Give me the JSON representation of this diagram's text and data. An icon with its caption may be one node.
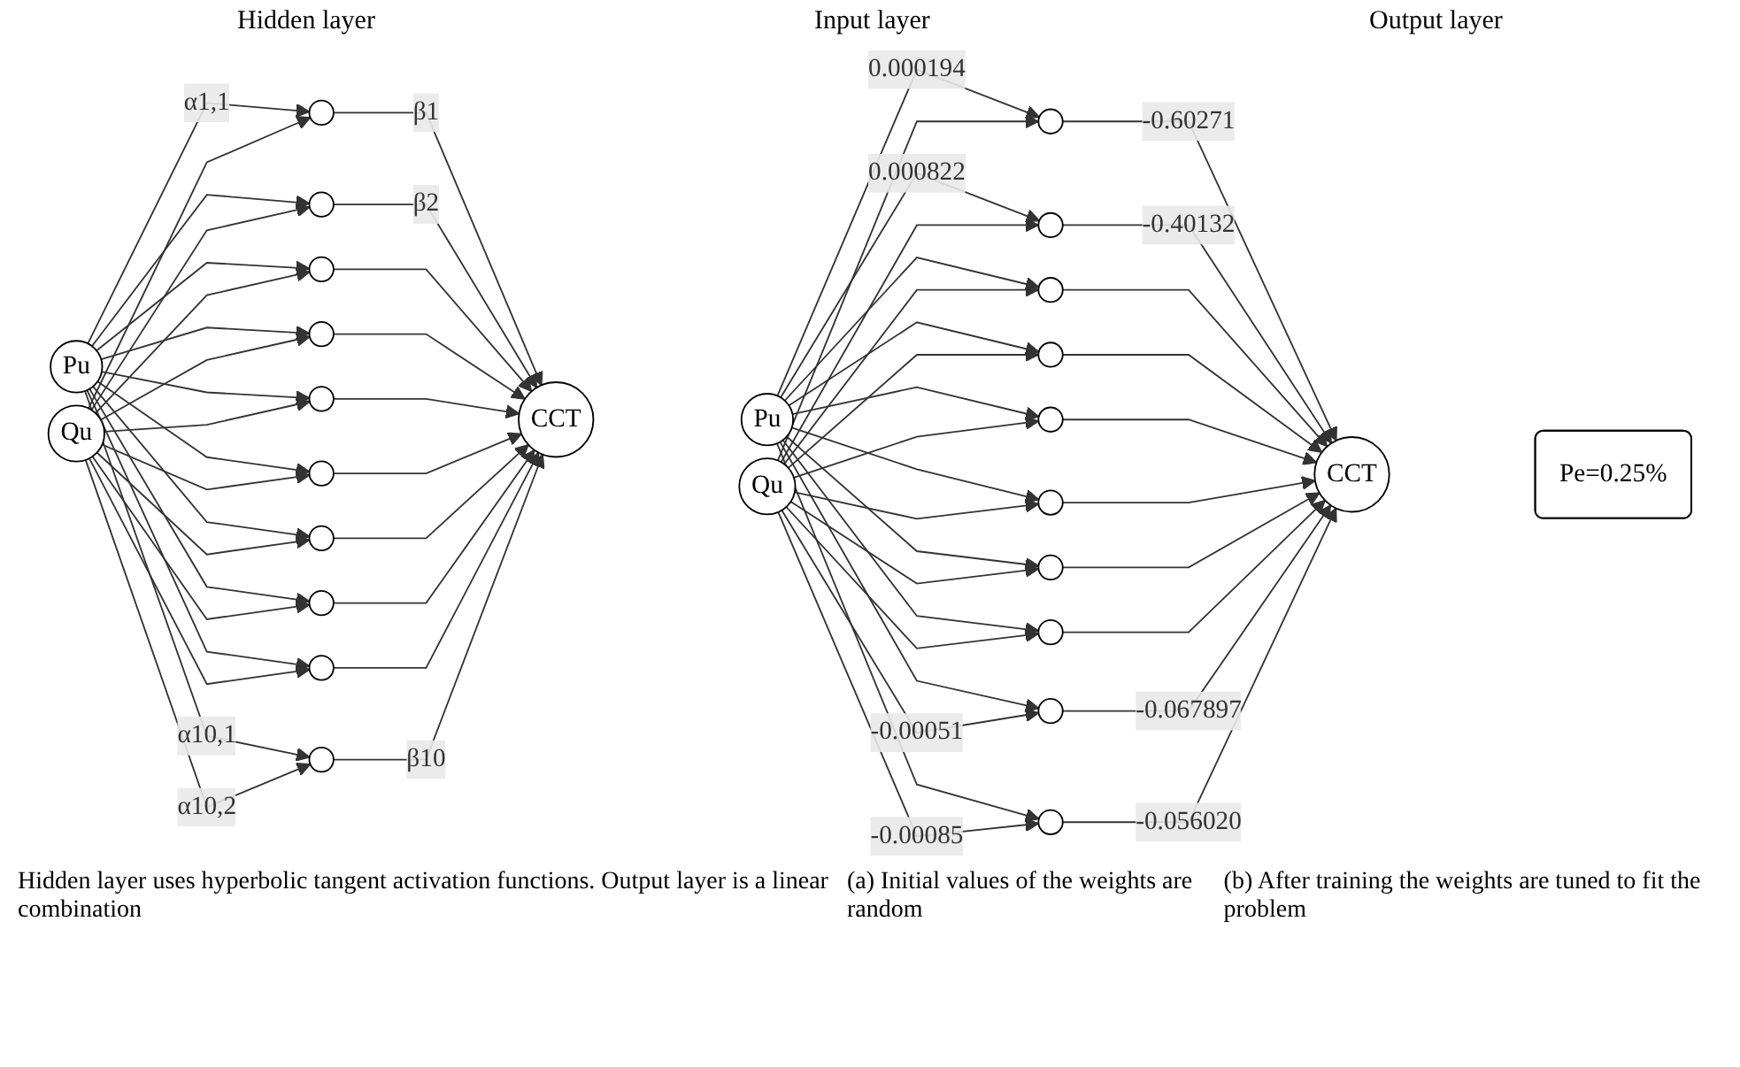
{
  "diagram": {
    "nodes": [
      {
        "text": [
          "Pu"
        ]
      },
      {
        "text": [],
        "shape": "circle"
      },
      {
        "text": [],
        "shape": "circle"
      },
      {
        "text": [],
        "shape": "circle"
      },
      {
        "text": [],
        "shape": "circle"
      },
      {
        "text": [],
        "shape": "circle"
      },
      {
        "text": [],
        "shape": "circle"
      },
      {
        "text": [],
        "shape": "circle"
      },
      {
        "text": [],
        "shape": "circle"
      },
      {
        "text": [],
        "shape": "circle"
      },
      {
        "text": [],
        "shape": "circle"
      },
      {
        "text": [
          "Qu"
        ]
      },
      {
        "text": [
          "CCT"
        ]
      },
      {
        "text": [
          "Pu"
        ]
      },
      {
        "text": [],
        "shape": "circle"
      },
      {
        "text": [],
        "shape": "circle"
      },
      {
        "text": [],
        "shape": "circle"
      },
      {
        "text": [],
        "shape": "circle"
      },
      {
        "text": [],
        "shape": "circle"
      },
      {
        "text": [],
        "shape": "circle"
      },
      {
        "text": [],
        "shape": "circle"
      },
      {
        "text": [],
        "shape": "circle"
      },
      {
        "text": [],
        "shape": "circle"
      },
      {
        "text": [],
        "shape": "circle"
      },
      {
        "text": [
          "Qu"
        ]
      },
      {
        "text": [
          "CCT"
        ]
      },
      {
        "text": [
          "Pe=0.25%"
        ]
      }
    ],
    "edges": [
      {
        "from": 0,
        "to": 1,
        "arrow": "to",
        "label": "α1,1"
      },
      {
        "from": 0,
        "to": 2,
        "arrow": "to"
      },
      {
        "from": 0,
        "to": 3,
        "arrow": "to"
      },
      {
        "from": 0,
        "to": 4,
        "arrow": "to"
      },
      {
        "from": 0,
        "to": 5,
        "arrow": "to"
      },
      {
        "from": 0,
        "to": 6,
        "arrow": "to"
      },
      {
        "from": 0,
        "to": 7,
        "arrow": "to"
      },
      {
        "from": 0,
        "to": 8,
        "arrow": "to"
      },
      {
        "from": 0,
        "to": 9,
        "arrow": "to"
      },
      {
        "from": 0,
        "to": 10,
        "arrow": "to",
        "label": "α10,1"
      },
      {
        "from": 11,
        "to": 1,
        "arrow": "to"
      },
      {
        "from": 11,
        "to": 2,
        "arrow": "to"
      },
      {
        "from": 11,
        "to": 3,
        "arrow": "to"
      },
      {
        "from": 11,
        "to": 4,
        "arrow": "to"
      },
      {
        "from": 11,
        "to": 5,
        "arrow": "to"
      },
      {
        "from": 11,
        "to": 6,
        "arrow": "to"
      },
      {
        "from": 11,
        "to": 7,
        "arrow": "to"
      },
      {
        "from": 11,
        "to": 8,
        "arrow": "to"
      },
      {
        "from": 11,
        "to": 9,
        "arrow": "to"
      },
      {
        "from": 11,
        "to": 10,
        "arrow": "to",
        "label": "α10,2"
      },
      {
        "from": 1,
        "to": 12,
        "arrow": "to",
        "label": "β1"
      },
      {
        "from": 2,
        "to": 12,
        "arrow": "to",
        "label": "β2"
      },
      {
        "from": 3,
        "to": 12,
        "arrow": "to"
      },
      {
        "from": 4,
        "to": 12,
        "arrow": "to"
      },
      {
        "from": 5,
        "to": 12,
        "arrow": "to"
      },
      {
        "from": 6,
        "to": 12,
        "arrow": "to"
      },
      {
        "from": 7,
        "to": 12,
        "arrow": "to"
      },
      {
        "from": 8,
        "to": 12,
        "arrow": "to"
      },
      {
        "from": 9,
        "to": 12,
        "arrow": "to"
      },
      {
        "from": 10,
        "to": 12,
        "arrow": "to",
        "label": "β10"
      },
      {
        "from": 13,
        "to": 14,
        "arrow": "to",
        "label": "0.000194"
      },
      {
        "from": 13,
        "to": 15,
        "arrow": "to",
        "label": "0.000822"
      },
      {
        "from": 13,
        "to": 16,
        "arrow": "to"
      },
      {
        "from": 13,
        "to": 17,
        "arrow": "to"
      },
      {
        "from": 13,
        "to": 18,
        "arrow": "to"
      },
      {
        "from": 13,
        "to": 19,
        "arrow": "to"
      },
      {
        "from": 13,
        "to": 20,
        "arrow": "to"
      },
      {
        "from": 13,
        "to": 21,
        "arrow": "to"
      },
      {
        "from": 13,
        "to": 22,
        "arrow": "to"
      },
      {
        "from": 13,
        "to": 23,
        "arrow": "to"
      },
      {
        "from": 24,
        "to": 14,
        "arrow": "to"
      },
      {
        "from": 24,
        "to": 15,
        "arrow": "to"
      },
      {
        "from": 24,
        "to": 16,
        "arrow": "to"
      },
      {
        "from": 24,
        "to": 17,
        "arrow": "to"
      },
      {
        "from": 24,
        "to": 18,
        "arrow": "to"
      },
      {
        "from": 24,
        "to": 19,
        "arrow": "to"
      },
      {
        "from": 24,
        "to": 20,
        "arrow": "to"
      },
      {
        "from": 24,
        "to": 21,
        "arrow": "to"
      },
      {
        "from": 24,
        "to": 22,
        "arrow": "to",
        "label": "-0.00051"
      },
      {
        "from": 24,
        "to": 23,
        "arrow": "to",
        "label": "-0.00085"
      },
      {
        "from": 14,
        "to": 25,
        "arrow": "to",
        "label": "-0.60271"
      },
      {
        "from": 15,
        "to": 25,
        "arrow": "to",
        "label": "-0.40132"
      },
      {
        "from": 16,
        "to": 25,
        "arrow": "to"
      },
      {
        "from": 17,
        "to": 25,
        "arrow": "to"
      },
      {
        "from": 18,
        "to": 25,
        "arrow": "to"
      },
      {
        "from": 19,
        "to": 25,
        "arrow": "to"
      },
      {
        "from": 20,
        "to": 25,
        "arrow": "to"
      },
      {
        "from": 21,
        "to": 25,
        "arrow": "to"
      },
      {
        "from": 22,
        "to": 25,
        "arrow": "to",
        "label": "-0.067897"
      },
      {
        "from": 23,
        "to": 25,
        "arrow": "to",
        "label": "-0.056020"
      }
    ],
    "labels": [
      "Hidden layer",
      "Input layer",
      "Output layer",
      "Hidden layer uses hyperbolic tangent activation functions. Output layer is a linear combination",
      "(a) Initial values of the weights are random",
      "(b) After training the weights are tuned to fit the problem"
    ]
  }
}
